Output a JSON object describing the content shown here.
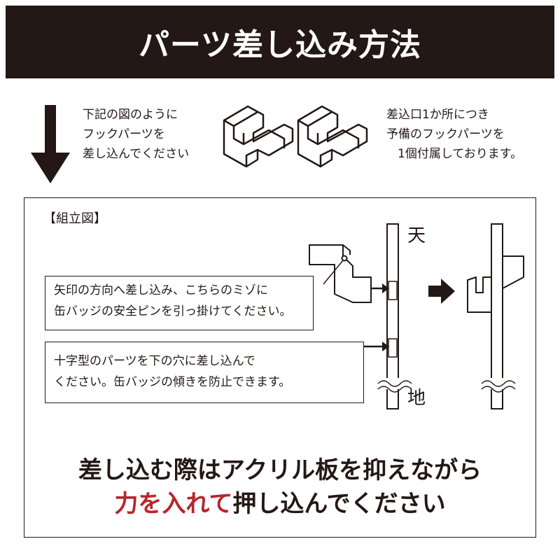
{
  "header": {
    "title": "パーツ差し込み方法"
  },
  "intro": {
    "left_lines": [
      "下記の図のように",
      "フックパーツを",
      "差し込んでください"
    ],
    "right_lines": [
      "差込口1か所につき",
      "予備のフックパーツを",
      "1個付属しております。"
    ]
  },
  "assembly": {
    "label": "【組立図】",
    "note_hook_lines": [
      "矢印の方向へ差し込み、こちらのミゾに",
      "缶バッジの安全ピンを引っ掛けてください。"
    ],
    "note_cross_lines": [
      "十字型のパーツを下の穴に差し込んで",
      "ください。缶バッジの傾きを防止できます。"
    ],
    "label_top": "天",
    "label_bottom": "地"
  },
  "footer": {
    "line1": "差し込む際はアクリル板を抑えながら",
    "line2_accent": "力を入れて",
    "line2_rest": "押し込んでください"
  },
  "colors": {
    "dark": "#231815",
    "accent": "#b5262c",
    "background": "#ffffff"
  }
}
